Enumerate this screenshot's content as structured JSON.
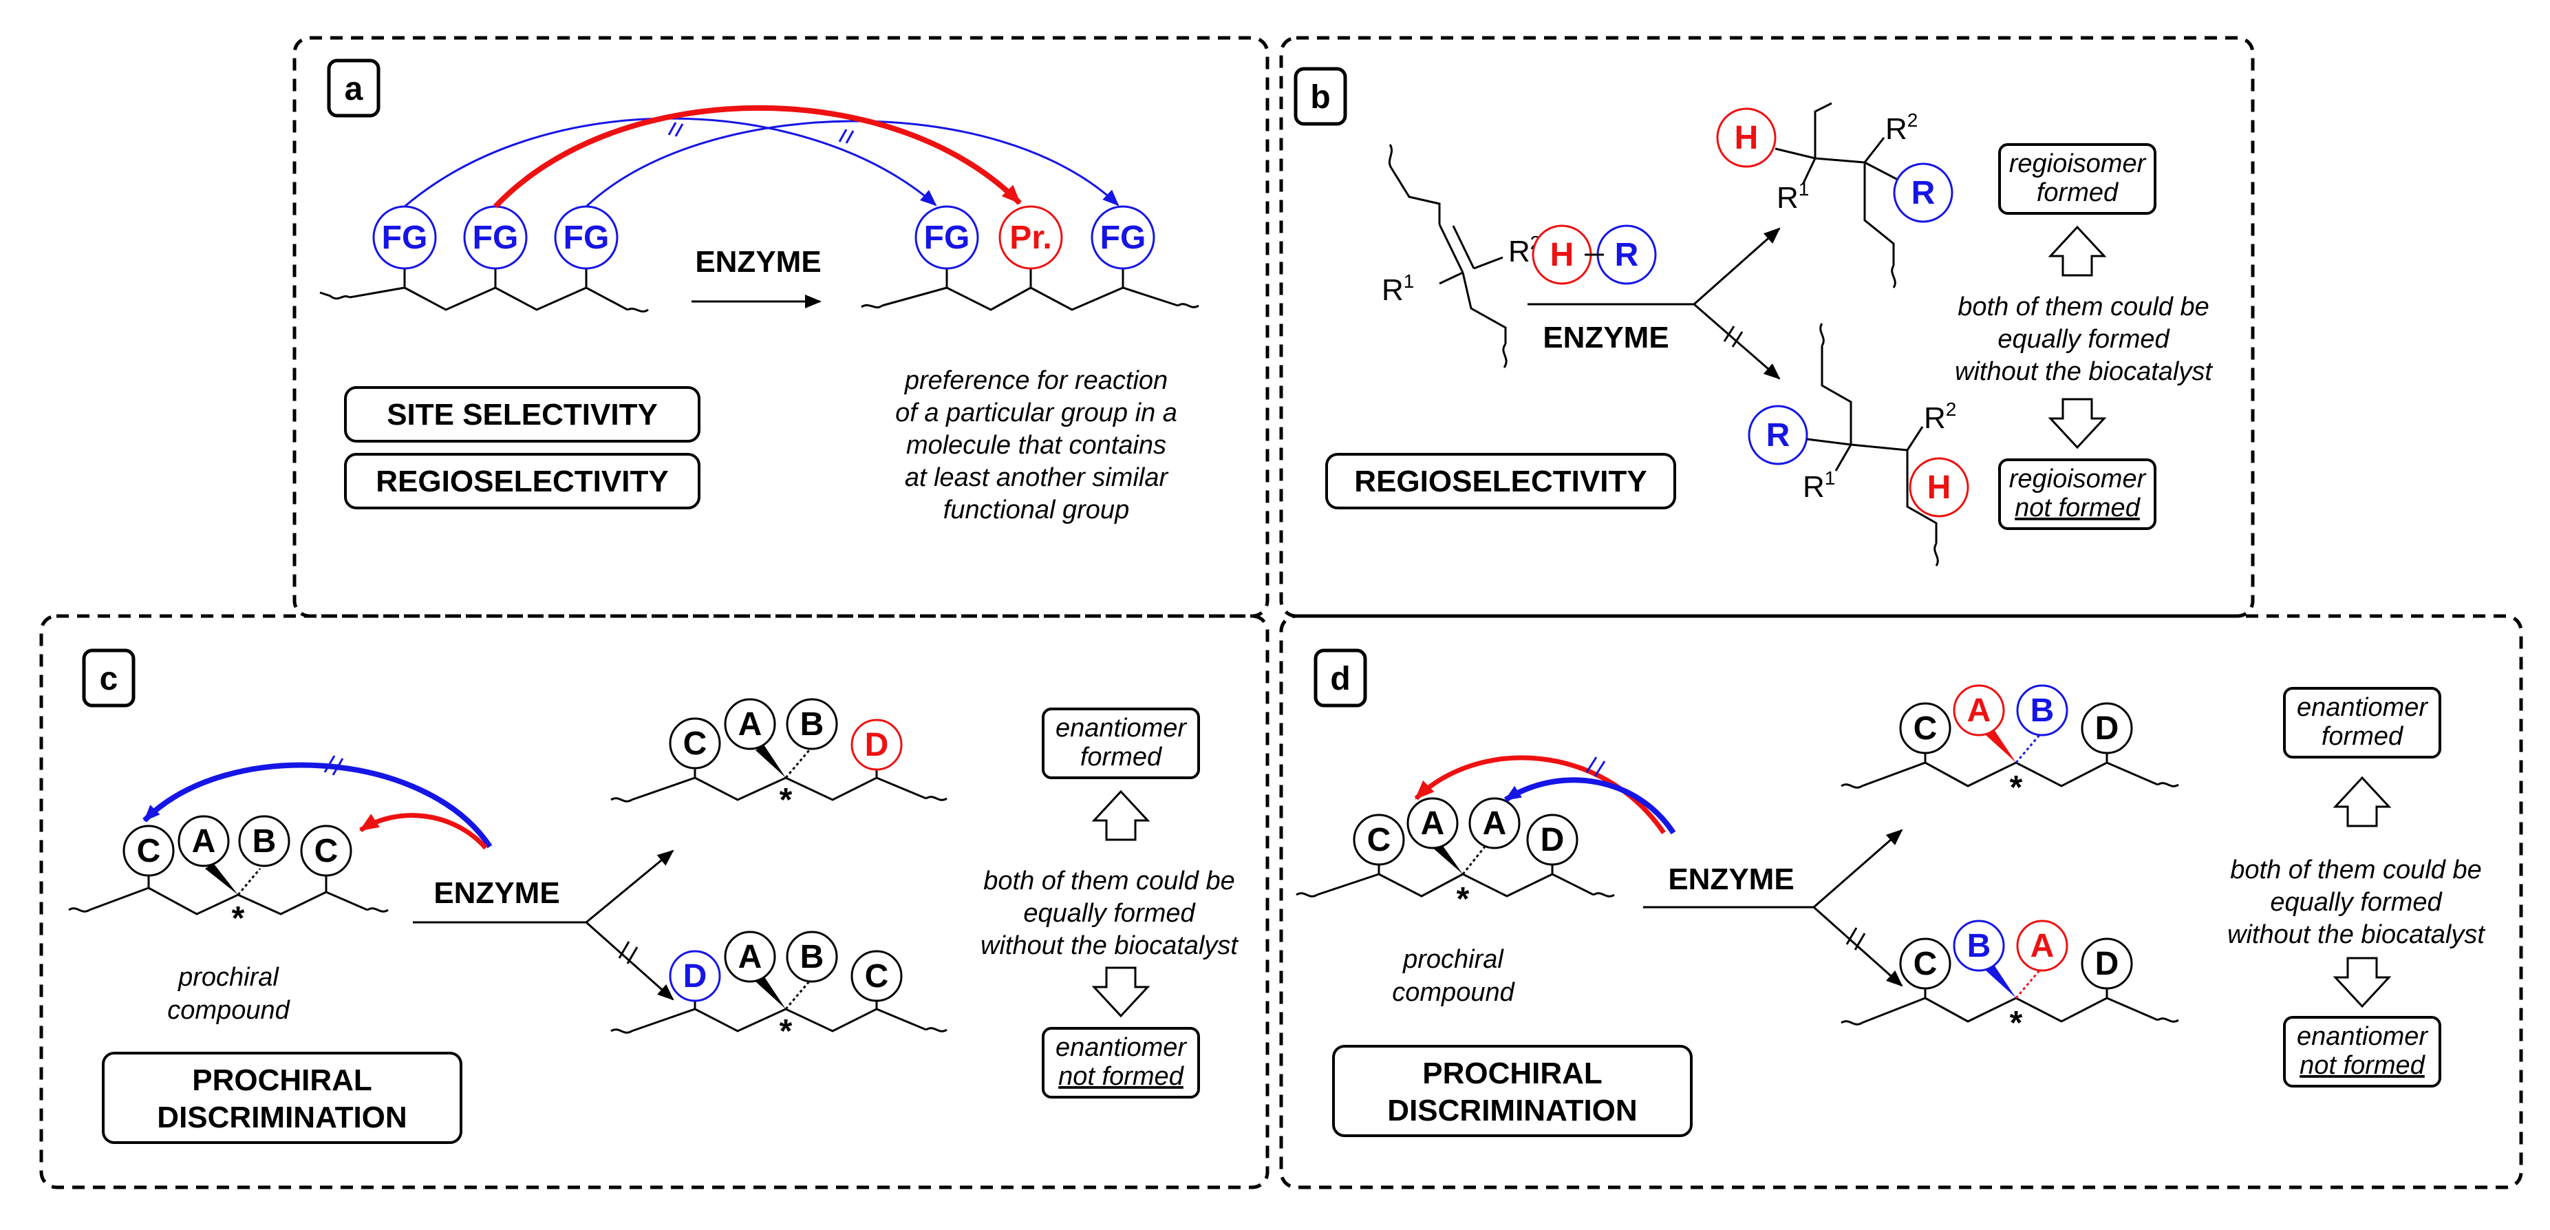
{
  "colors": {
    "blue": "#1515e6",
    "red": "#ee1111",
    "black": "#000000"
  },
  "panel_a": {
    "letter": "a",
    "fg": "FG",
    "product": "Pr.",
    "enzyme": "ENZYME",
    "tag1": "SITE SELECTIVITY",
    "tag2": "REGIOSELECTIVITY",
    "desc": [
      "preference for reaction",
      "of a particular group in a",
      "molecule that contains",
      "at least another similar",
      "functional group"
    ]
  },
  "panel_b": {
    "letter": "b",
    "H": "H",
    "R": "R",
    "R1": "R",
    "R1_sup": "1",
    "R2": "R",
    "R2_sup": "2",
    "enzyme": "ENZYME",
    "tag": "REGIOSELECTIVITY",
    "formed": [
      "regioisomer",
      "formed"
    ],
    "not_formed": [
      "regioisomer",
      "not formed"
    ],
    "note": [
      "both of them could be",
      "equally formed",
      "without the biocatalyst"
    ]
  },
  "panel_c": {
    "letter": "c",
    "enzyme": "ENZYME",
    "substrate_groups": [
      "C",
      "A",
      "B",
      "C"
    ],
    "product1_groups": [
      "C",
      "A",
      "B",
      "D"
    ],
    "product2_groups": [
      "D",
      "A",
      "B",
      "C"
    ],
    "prochiral": [
      "prochiral",
      "compound"
    ],
    "tag": [
      "PROCHIRAL",
      "DISCRIMINATION"
    ],
    "formed": [
      "enantiomer",
      "formed"
    ],
    "not_formed": [
      "enantiomer",
      "not formed"
    ],
    "note": [
      "both of them could be",
      "equally formed",
      "without the biocatalyst"
    ],
    "star": "*"
  },
  "panel_d": {
    "letter": "d",
    "enzyme": "ENZYME",
    "substrate_groups": [
      "C",
      "A",
      "A",
      "D"
    ],
    "product1_groups": [
      "C",
      "A",
      "B",
      "D"
    ],
    "product2_groups": [
      "C",
      "B",
      "A",
      "D"
    ],
    "prochiral": [
      "prochiral",
      "compound"
    ],
    "tag": [
      "PROCHIRAL",
      "DISCRIMINATION"
    ],
    "formed": [
      "enantiomer",
      "formed"
    ],
    "not_formed": [
      "enantiomer",
      "not formed"
    ],
    "note": [
      "both of them could be",
      "equally formed",
      "without the biocatalyst"
    ],
    "star": "*"
  }
}
